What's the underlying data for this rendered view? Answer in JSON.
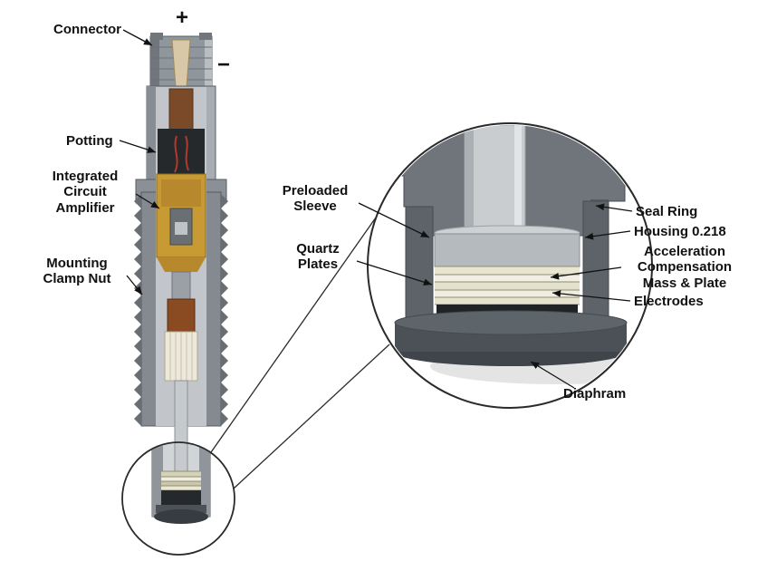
{
  "diagram": {
    "type": "sensor-cross-section",
    "views": [
      "full-sensor-cutaway",
      "magnified-sensing-element"
    ]
  },
  "labels": {
    "connector": "Connector",
    "plus": "+",
    "minus": "−",
    "potting": "Potting",
    "integrated_circuit_amplifier": "Integrated\nCircuit\nAmplifier",
    "mounting_clamp_nut": "Mounting\nClamp Nut",
    "preloaded_sleeve": "Preloaded\nSleeve",
    "quartz_plates": "Quartz\nPlates",
    "seal_ring": "Seal Ring",
    "housing": "Housing 0.218",
    "acceleration_compensation": "Acceleration\nCompensation\nMass & Plate",
    "electrodes": "Electrodes",
    "diaphram": "Diaphram"
  },
  "colors": {
    "housing_gray": "#6f757b",
    "body_gray": "#a7adb2",
    "ic_amber": "#c79a33",
    "pin_brown": "#7b4a28",
    "potting_black": "#26292c",
    "quartz_cream": "#e8e5d2",
    "electrode_olive": "#8f8f6f",
    "mass_black": "#1f2326",
    "label_text": "#111111"
  }
}
